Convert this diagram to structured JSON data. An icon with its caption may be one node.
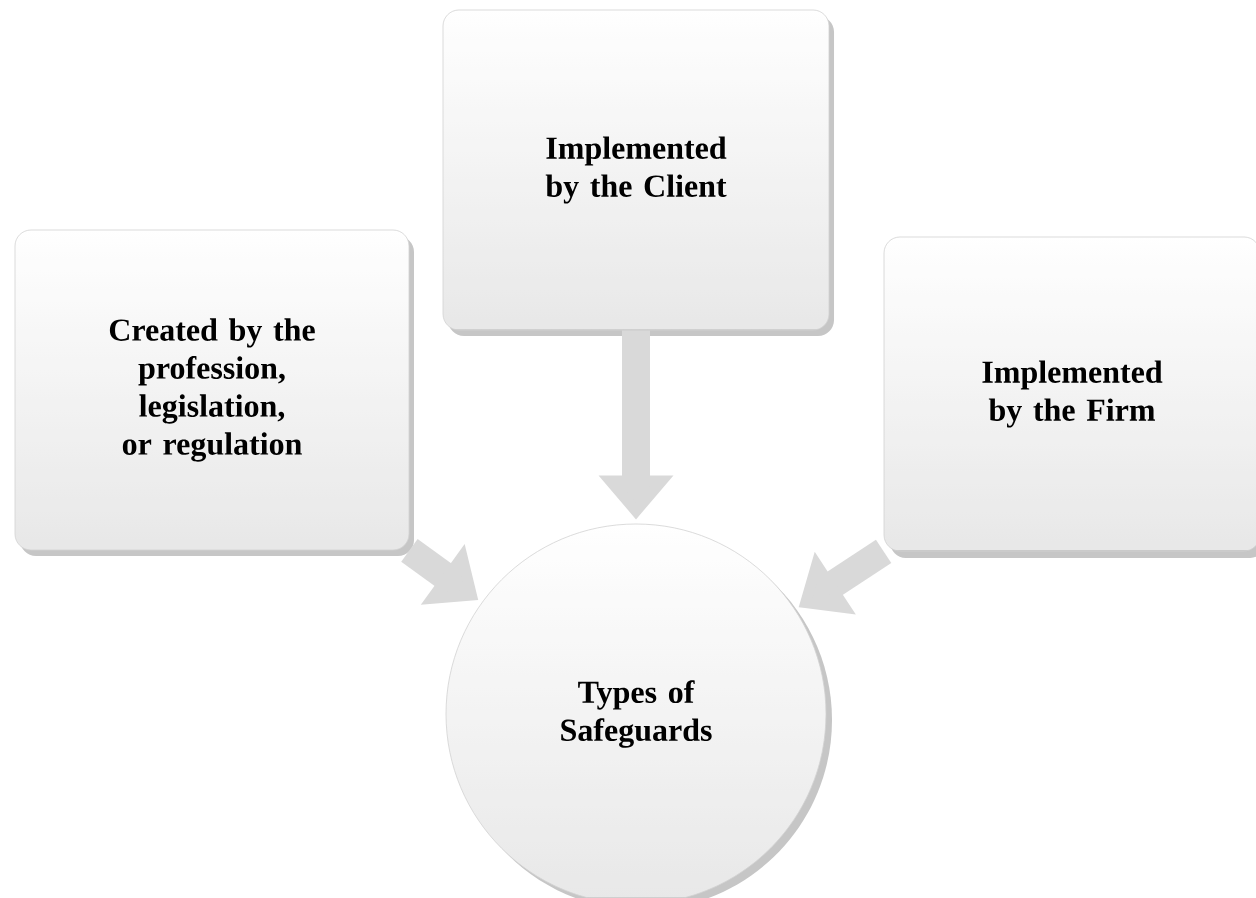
{
  "diagram": {
    "nodes": [
      {
        "text": [
          "Created by the profession, legislation, or regulation"
        ]
      },
      {
        "text": [
          "Implemented by the Client"
        ]
      },
      {
        "text": [
          "Implemented by the Firm"
        ]
      },
      {
        "text": [
          "Types of Safeguards"
        ]
      }
    ],
    "edges": [
      {
        "from": 0,
        "to": 3,
        "arrow": "to"
      },
      {
        "from": 1,
        "to": 3,
        "arrow": "to"
      },
      {
        "from": 2,
        "to": 3,
        "arrow": "to"
      }
    ]
  }
}
